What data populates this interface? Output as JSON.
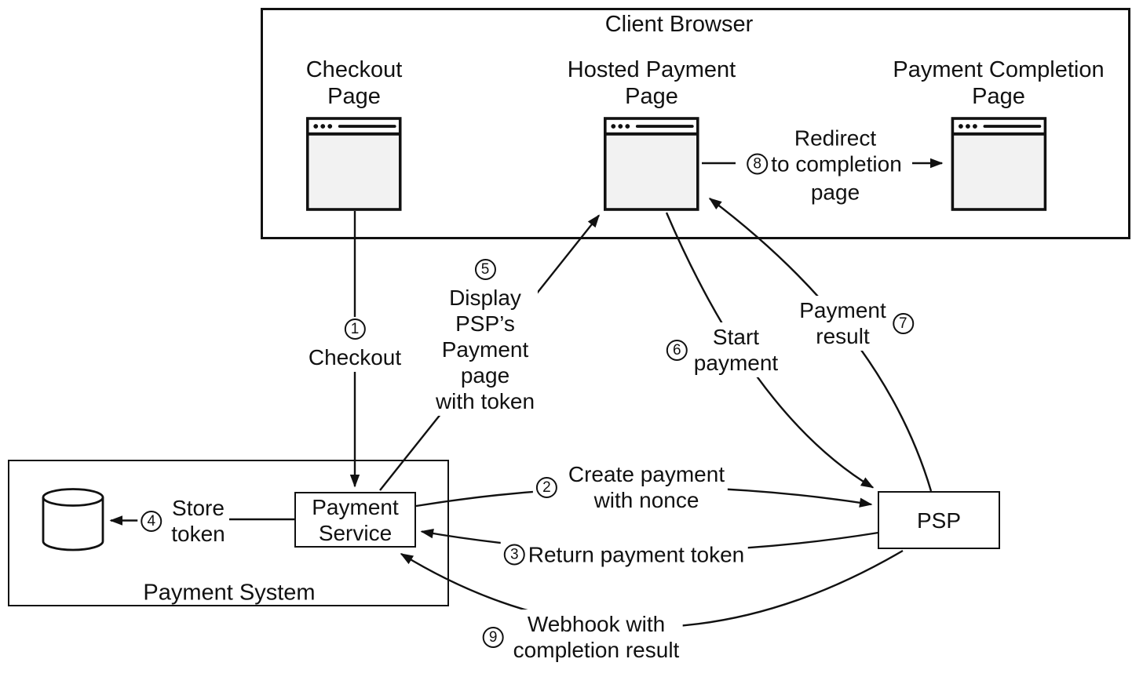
{
  "colors": {
    "ink": "#111111",
    "page_fill": "#f2f2f2",
    "background": "#ffffff"
  },
  "client_browser": {
    "title": "Client Browser"
  },
  "pages": {
    "checkout": {
      "title_line1": "Checkout",
      "title_line2": "Page"
    },
    "hosted": {
      "title_line1": "Hosted Payment",
      "title_line2": "Page"
    },
    "completion": {
      "title_line1": "Payment Completion",
      "title_line2": "Page"
    }
  },
  "payment_system": {
    "label": "Payment System"
  },
  "payment_service": {
    "line1": "Payment",
    "line2": "Service"
  },
  "psp": {
    "label": "PSP"
  },
  "steps": {
    "s1": {
      "num": "1",
      "text": "Checkout"
    },
    "s2": {
      "num": "2",
      "line1": "Create payment",
      "line2": "with nonce"
    },
    "s3": {
      "num": "3",
      "text": "Return payment token"
    },
    "s4": {
      "num": "4",
      "line1": "Store",
      "line2": "token"
    },
    "s5": {
      "num": "5",
      "lines": [
        "Display",
        "PSP’s",
        "Payment",
        "page",
        "with token"
      ]
    },
    "s6": {
      "num": "6",
      "line1": "Start",
      "line2": "payment"
    },
    "s7": {
      "num": "7",
      "line1": "Payment",
      "line2": "result"
    },
    "s8": {
      "num": "8",
      "line1": "Redirect",
      "line2": "to completion",
      "line3": "page"
    },
    "s9": {
      "num": "9",
      "line1": "Webhook with",
      "line2": "completion result"
    }
  },
  "icons": {
    "browser_window": "browser-window-icon",
    "database": "database-cylinder-icon",
    "arrowhead": "arrowhead-icon"
  }
}
